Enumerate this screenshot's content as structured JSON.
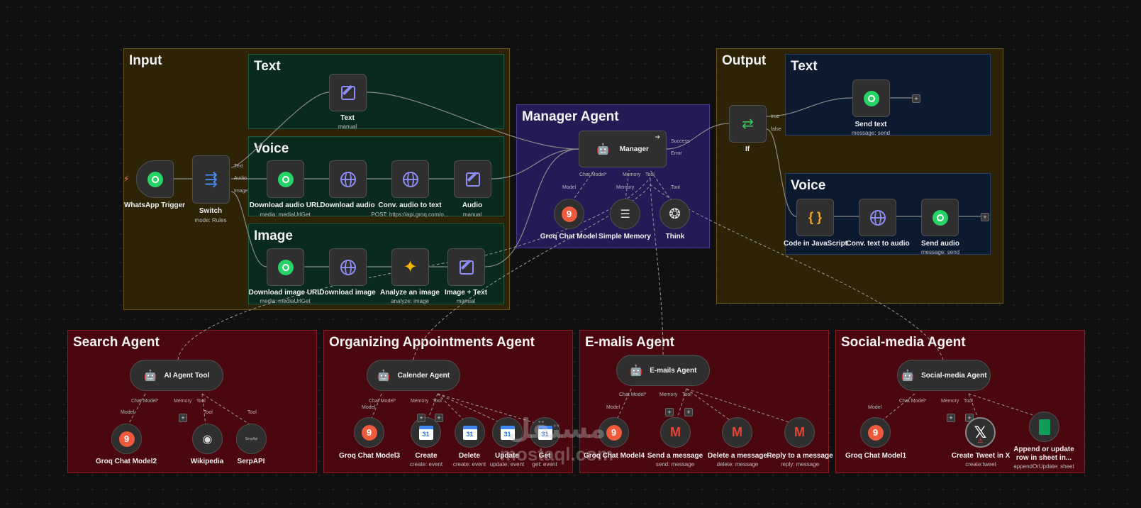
{
  "groups": {
    "input": "Input",
    "input_text": "Text",
    "input_voice": "Voice",
    "input_image": "Image",
    "manager": "Manager Agent",
    "output": "Output",
    "output_text": "Text",
    "output_voice": "Voice",
    "search": "Search Agent",
    "appointments": "Organizing Appointments Agent",
    "emails": "E-malis Agent",
    "social": "Social-media Agent"
  },
  "nodes": {
    "whatsapp_trigger": {
      "label": "WhatsApp Trigger",
      "icon": "whatsapp-icon"
    },
    "switch": {
      "label": "Switch",
      "sub": "mode: Rules",
      "icon": "switch-icon",
      "ports": [
        "Text",
        "Audio",
        "Image"
      ]
    },
    "text_edit": {
      "label": "Text",
      "sub": "manual",
      "icon": "edit-icon"
    },
    "download_audio_url": {
      "label": "Download audio URL",
      "sub": "media: mediaUrlGet",
      "icon": "whatsapp-icon"
    },
    "download_audio": {
      "label": "Download audio",
      "icon": "globe-icon"
    },
    "conv_audio_text": {
      "label": "Conv. audio to text",
      "sub": "POST: https://api.groq.com/o...",
      "icon": "globe-icon"
    },
    "audio_edit": {
      "label": "Audio",
      "sub": "manual",
      "icon": "edit-icon"
    },
    "download_image_url": {
      "label": "Download image URL",
      "sub": "media: mediaUrlGet",
      "icon": "whatsapp-icon"
    },
    "download_image": {
      "label": "Download image",
      "icon": "globe-icon"
    },
    "analyze_image": {
      "label": "Analyze an image",
      "sub": "analyze: image",
      "icon": "gemini-icon"
    },
    "image_text": {
      "label": "Image + Text",
      "sub": "manual",
      "icon": "edit-icon"
    },
    "manager": {
      "label": "Manager",
      "icon": "robot-icon",
      "ports": [
        "Success",
        "Error"
      ],
      "bottom_ports": [
        "Chat Model*",
        "Memory",
        "Tool"
      ]
    },
    "groq_chat_model": {
      "label": "Groq Chat Model",
      "port": "Model"
    },
    "simple_memory": {
      "label": "Simple Memory",
      "port": "Memory"
    },
    "think": {
      "label": "Think",
      "port": "Tool"
    },
    "if": {
      "label": "If",
      "ports": [
        "true",
        "false"
      ]
    },
    "send_text": {
      "label": "Send text",
      "sub": "message: send"
    },
    "code_js": {
      "label": "Code in JavaScript",
      "icon": "{ }"
    },
    "conv_text_audio": {
      "label": "Conv. text to audio"
    },
    "send_audio": {
      "label": "Send audio",
      "sub": "message: send"
    },
    "ai_agent_tool": {
      "label": "AI Agent Tool",
      "bottom_ports": [
        "Chat Model*",
        "Memory",
        "Tool"
      ]
    },
    "groq_chat_model2": {
      "label": "Groq Chat Model2",
      "port": "Model"
    },
    "wikipedia": {
      "label": "Wikipedia",
      "port": "Tool"
    },
    "serpapi": {
      "label": "SerpAPI",
      "port": "Tool",
      "icon_text": "SerpApi"
    },
    "calender_agent": {
      "label": "Calender Agent",
      "bottom_ports": [
        "Chat Model*",
        "Memory",
        "Tool"
      ]
    },
    "groq_chat_model3": {
      "label": "Groq Chat Model3",
      "port": "Model"
    },
    "create": {
      "label": "Create",
      "sub": "create: event"
    },
    "delete": {
      "label": "Delete",
      "sub": "create: event"
    },
    "update": {
      "label": "Update",
      "sub": "update: event"
    },
    "get": {
      "label": "Get",
      "sub": "get: event"
    },
    "emails_agent": {
      "label": "E-mails Agent",
      "bottom_ports": [
        "Chat Model*",
        "Memory",
        "Tool"
      ]
    },
    "groq_chat_model4": {
      "label": "Groq Chat Model4",
      "port": "Model"
    },
    "send_message": {
      "label": "Send a message",
      "sub": "send: message"
    },
    "delete_message": {
      "label": "Delete a message",
      "sub": "delete: message"
    },
    "reply_message": {
      "label": "Reply to a message",
      "sub": "reply: message"
    },
    "social_agent": {
      "label": "Social-media Agent",
      "bottom_ports": [
        "Chat Model*",
        "Memory",
        "Tool"
      ]
    },
    "groq_chat_model1": {
      "label": "Groq Chat Model1",
      "port": "Model"
    },
    "create_tweet": {
      "label": "Create Tweet in X",
      "sub": "create:tweet"
    },
    "append_sheet": {
      "label": "Append or update row in sheet in...",
      "sub": "appendOrUpdate: sheet"
    }
  },
  "calendar_day": "31",
  "watermark": {
    "arabic": "مستقل",
    "latin": "mostaql.com"
  },
  "colors": {
    "input_group": "#2e2306",
    "sub_group": "#0b2a1e",
    "manager_group": "#241a55",
    "output_sub": "#0c1a30",
    "agent_group": "#4a070d"
  }
}
